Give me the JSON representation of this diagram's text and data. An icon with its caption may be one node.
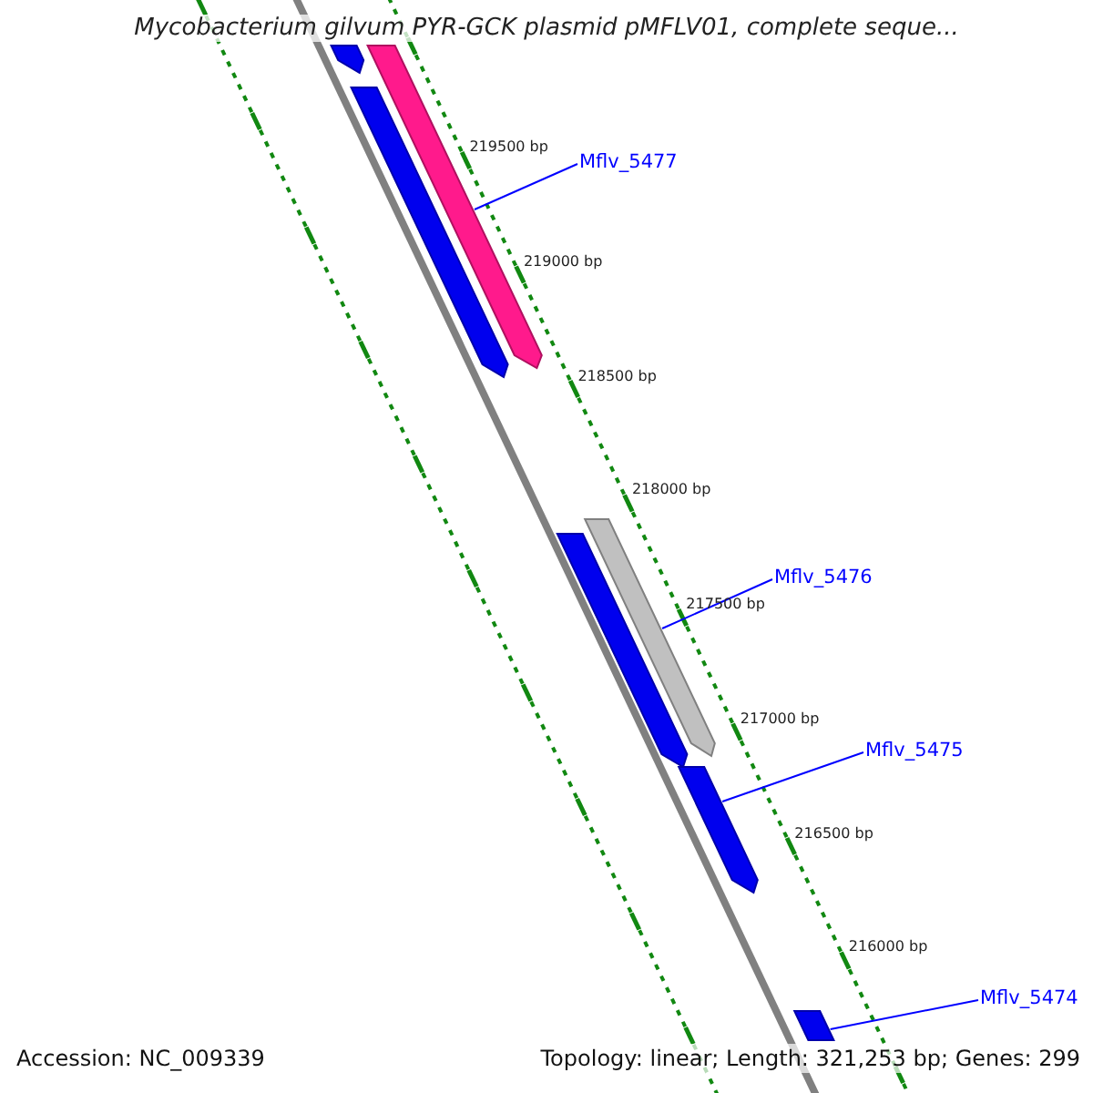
{
  "diagram": {
    "title": "Mycobacterium gilvum PYR-GCK plasmid pMFLV01, complete seque...",
    "nodes": [
      {
        "text": [
          "Mflv_5477"
        ]
      },
      {
        "text": [],
        "shape": "bar"
      },
      {
        "text": [
          "Mflv_5476"
        ]
      },
      {
        "text": [],
        "shape": "bar"
      },
      {
        "text": [
          "Mflv_5475"
        ]
      },
      {
        "text": [],
        "shape": "bar"
      },
      {
        "text": [
          "Mflv_5474"
        ]
      },
      {
        "text": [],
        "shape": "bar"
      }
    ],
    "edges": [
      {
        "from": 0,
        "to": 1,
        "arrow": "none"
      },
      {
        "from": 2,
        "to": 3,
        "arrow": "none"
      },
      {
        "from": 4,
        "to": 5,
        "arrow": "none"
      },
      {
        "from": 6,
        "to": 7,
        "arrow": "none"
      }
    ],
    "labels": [
      "219500 bp",
      "219000 bp",
      "218500 bp",
      "218000 bp",
      "217500 bp",
      "217000 bp",
      "216500 bp",
      "216000 bp",
      "Accession: NC_009339",
      "Topology: linear; Length: 321,253 bp; Genes: 299"
    ]
  }
}
